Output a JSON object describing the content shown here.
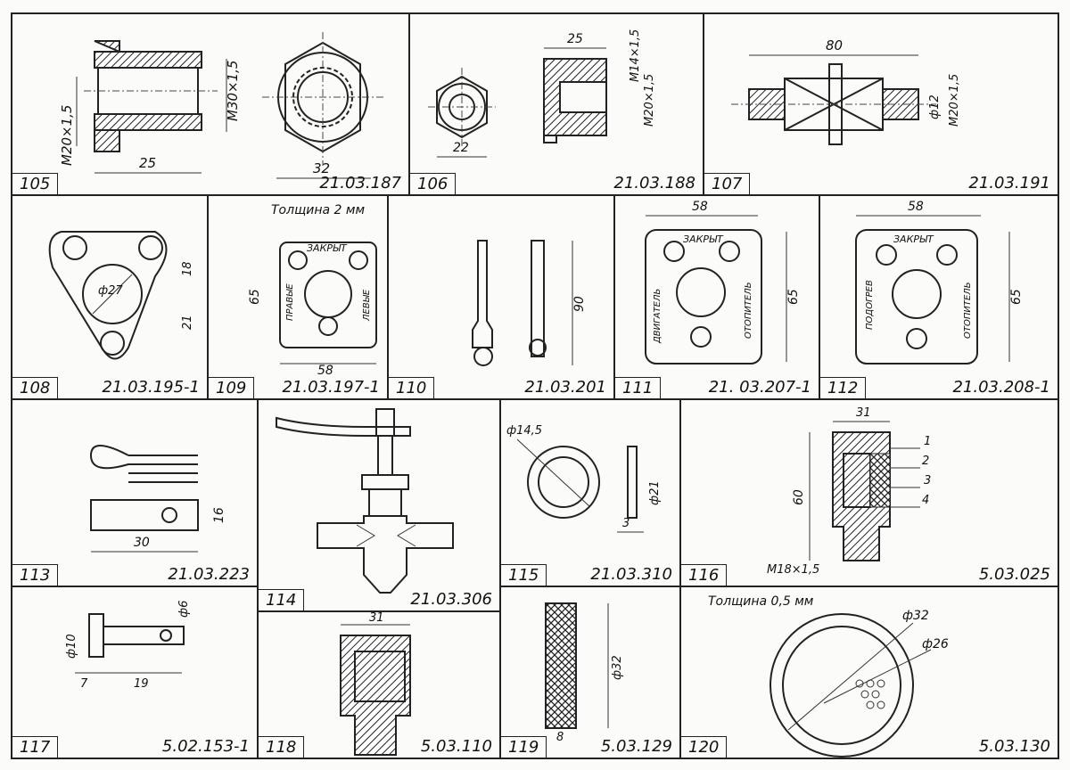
{
  "cells": [
    {
      "num": "105",
      "code": "21.03.187",
      "dims": [
        "М20×1,5",
        "М30×1,5",
        "25",
        "32"
      ]
    },
    {
      "num": "106",
      "code": "21.03.188",
      "dims": [
        "22",
        "25",
        "М14×1,5",
        "М20×1,5"
      ]
    },
    {
      "num": "107",
      "code": "21.03.191",
      "dims": [
        "80",
        "ф12",
        "М20×1,5"
      ]
    },
    {
      "num": "108",
      "code": "21.03.195-1",
      "dims": [
        "ф27",
        "18",
        "21"
      ]
    },
    {
      "num": "109",
      "code": "21.03.197-1",
      "dims": [
        "Толщина 2 мм",
        "65",
        "58"
      ],
      "marks": [
        "ЗАКРЫТ",
        "ПРАВЫЕ",
        "ЛЕВЫЕ"
      ]
    },
    {
      "num": "110",
      "code": "21.03.201",
      "dims": [
        "90"
      ]
    },
    {
      "num": "111",
      "code": "21. 03.207-1",
      "dims": [
        "58",
        "65"
      ],
      "marks": [
        "ЗАКРЫТ",
        "ДВИГАТЕЛЬ",
        "ОТОПИТЕЛЬ"
      ]
    },
    {
      "num": "112",
      "code": "21.03.208-1",
      "dims": [
        "58",
        "65"
      ],
      "marks": [
        "ЗАКРЫТ",
        "ПОДОГРЕВ",
        "ОТОПИТЕЛЬ"
      ]
    },
    {
      "num": "113",
      "code": "21.03.223",
      "dims": [
        "30",
        "16"
      ]
    },
    {
      "num": "114",
      "code": "21.03.306",
      "dims": []
    },
    {
      "num": "115",
      "code": "21.03.310",
      "dims": [
        "ф14,5",
        "ф21",
        "3"
      ]
    },
    {
      "num": "116",
      "code": "5.03.025",
      "dims": [
        "31",
        "60",
        "М18×1,5"
      ],
      "marks": [
        "1",
        "2",
        "3",
        "4"
      ]
    },
    {
      "num": "117",
      "code": "5.02.153-1",
      "dims": [
        "ф10",
        "ф6",
        "7",
        "19"
      ]
    },
    {
      "num": "118",
      "code": "5.03.110",
      "dims": [
        "31"
      ]
    },
    {
      "num": "119",
      "code": "5.03.129",
      "dims": [
        "ф32",
        "8"
      ]
    },
    {
      "num": "120",
      "code": "5.03.130",
      "dims": [
        "Толщина 0,5 мм",
        "ф32",
        "ф26"
      ]
    }
  ]
}
